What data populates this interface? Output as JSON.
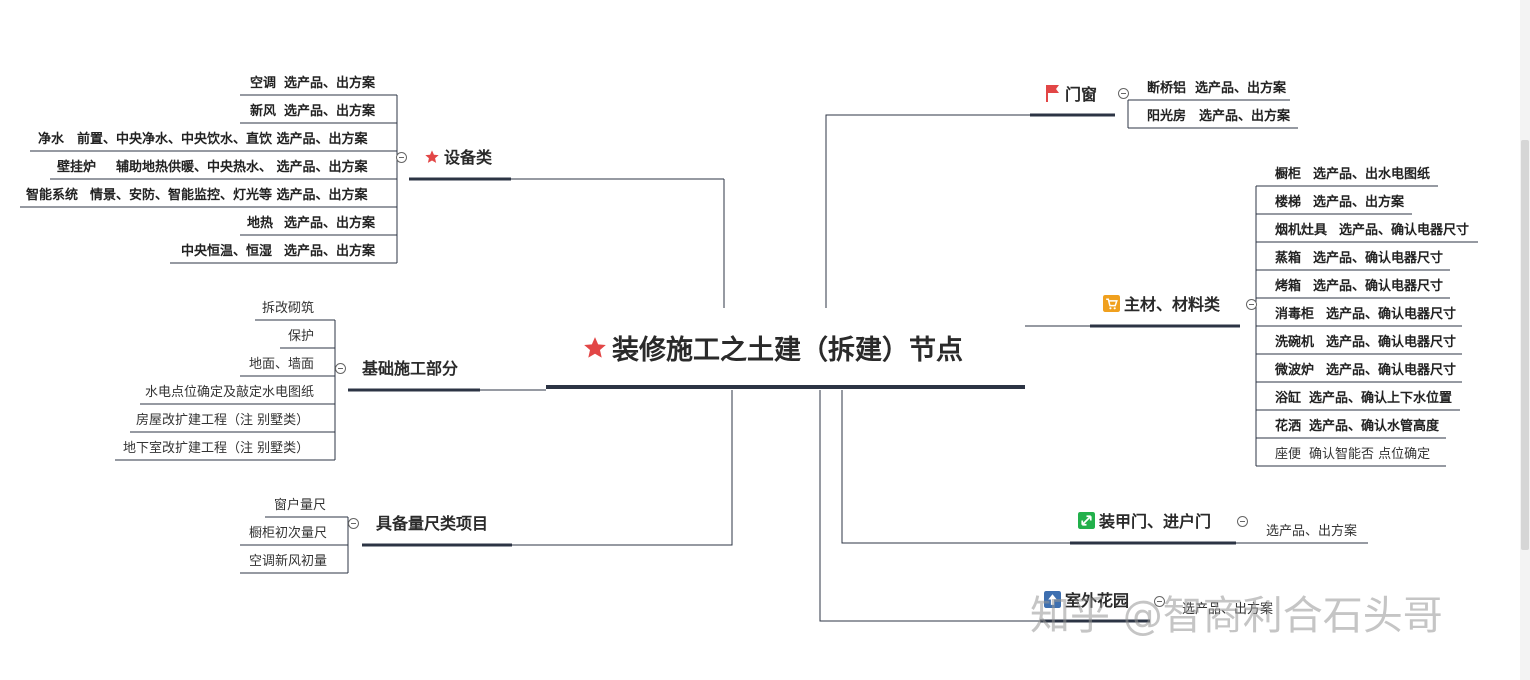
{
  "central": {
    "title": "装修施工之土建（拆建）节点"
  },
  "colors": {
    "line": "#2c3444",
    "star": "#e24646",
    "flag": "#e24646",
    "cart": "#f0a01e",
    "arrows": "#22b04b",
    "tree": "#3d6fb0"
  },
  "branches": {
    "equipment": {
      "title": "设备类",
      "icon": "star-icon",
      "items": [
        {
          "name": "空调",
          "detail": "选产品、出方案"
        },
        {
          "name": "新风",
          "detail": "选产品、出方案"
        },
        {
          "name": "净水",
          "detail": "前置、中央净水、中央饮水、直饮   选产品、出方案"
        },
        {
          "name": "壁挂炉",
          "detail": "辅助地热供暖、中央热水、   选产品、出方案"
        },
        {
          "name": "智能系统",
          "detail": "情景、安防、智能监控、灯光等   选产品、出方案"
        },
        {
          "name": "地热",
          "detail": "选产品、出方案"
        },
        {
          "name": "中央恒温、恒湿",
          "detail": "选产品、出方案"
        }
      ]
    },
    "foundation": {
      "title": "基础施工部分",
      "items": [
        "拆改砌筑",
        "保护",
        "地面、墙面",
        "水电点位确定及敲定水电图纸",
        "房屋改扩建工程（注  别墅类）",
        "地下室改扩建工程（注  别墅类）"
      ]
    },
    "measure": {
      "title": "具备量尺类项目",
      "items": [
        "窗户量尺",
        "橱柜初次量尺",
        "空调新风初量"
      ]
    },
    "windows": {
      "title": "门窗",
      "icon": "flag-icon",
      "items": [
        {
          "name": "断桥铝",
          "detail": "选产品、出方案"
        },
        {
          "name": "阳光房",
          "detail": "选产品、出方案"
        }
      ]
    },
    "materials": {
      "title": "主材、材料类",
      "icon": "cart-icon",
      "items": [
        {
          "name": "橱柜",
          "detail": "选产品、出水电图纸"
        },
        {
          "name": "楼梯",
          "detail": "选产品、出方案"
        },
        {
          "name": "烟机灶具",
          "detail": "选产品、确认电器尺寸"
        },
        {
          "name": "蒸箱",
          "detail": "选产品、确认电器尺寸"
        },
        {
          "name": "烤箱",
          "detail": "选产品、确认电器尺寸"
        },
        {
          "name": "消毒柜",
          "detail": "选产品、确认电器尺寸"
        },
        {
          "name": "洗碗机",
          "detail": "选产品、确认电器尺寸"
        },
        {
          "name": "微波炉",
          "detail": "选产品、确认电器尺寸"
        },
        {
          "name": "浴缸",
          "detail": "选产品、确认上下水位置"
        },
        {
          "name": "花洒",
          "detail": "选产品、确认水管高度"
        },
        {
          "name": "座便",
          "detail": "确认智能否  点位确定"
        }
      ]
    },
    "doors": {
      "title": "装甲门、进户门",
      "icon": "arrows-icon",
      "items": [
        "选产品、出方案"
      ]
    },
    "garden": {
      "title": "室外花园",
      "icon": "tree-icon",
      "items": [
        "选产品、出方案"
      ]
    }
  },
  "watermark": "知乎 @智商利合石头哥"
}
